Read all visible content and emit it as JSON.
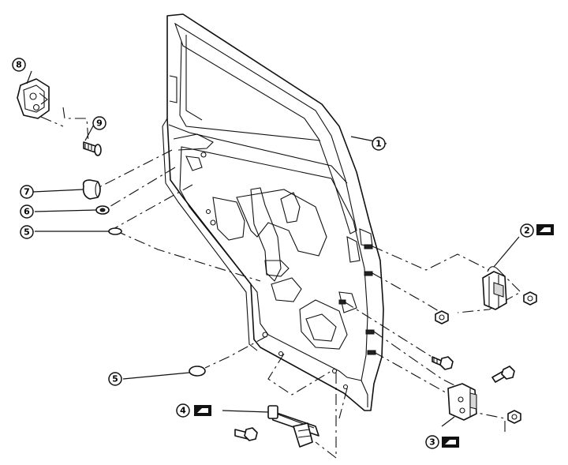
{
  "diagram": {
    "callouts": [
      {
        "id": "c1",
        "label": "1",
        "part": "door-panel"
      },
      {
        "id": "c2",
        "label": "2",
        "part": "upper-hinge",
        "torque_icon": true
      },
      {
        "id": "c3",
        "label": "3",
        "part": "lower-hinge",
        "torque_icon": true
      },
      {
        "id": "c4",
        "label": "4",
        "part": "door-check-link",
        "torque_icon": true
      },
      {
        "id": "c5a",
        "label": "5",
        "part": "plug-upper"
      },
      {
        "id": "c5b",
        "label": "5",
        "part": "plug-lower"
      },
      {
        "id": "c6",
        "label": "6",
        "part": "clip"
      },
      {
        "id": "c7",
        "label": "7",
        "part": "bumper-cushion"
      },
      {
        "id": "c8",
        "label": "8",
        "part": "striker-plate"
      },
      {
        "id": "c9",
        "label": "9",
        "part": "striker-screw"
      }
    ],
    "colors": {
      "line": "#111111",
      "background": "#ffffff",
      "shade": "#d8d8d8"
    }
  }
}
